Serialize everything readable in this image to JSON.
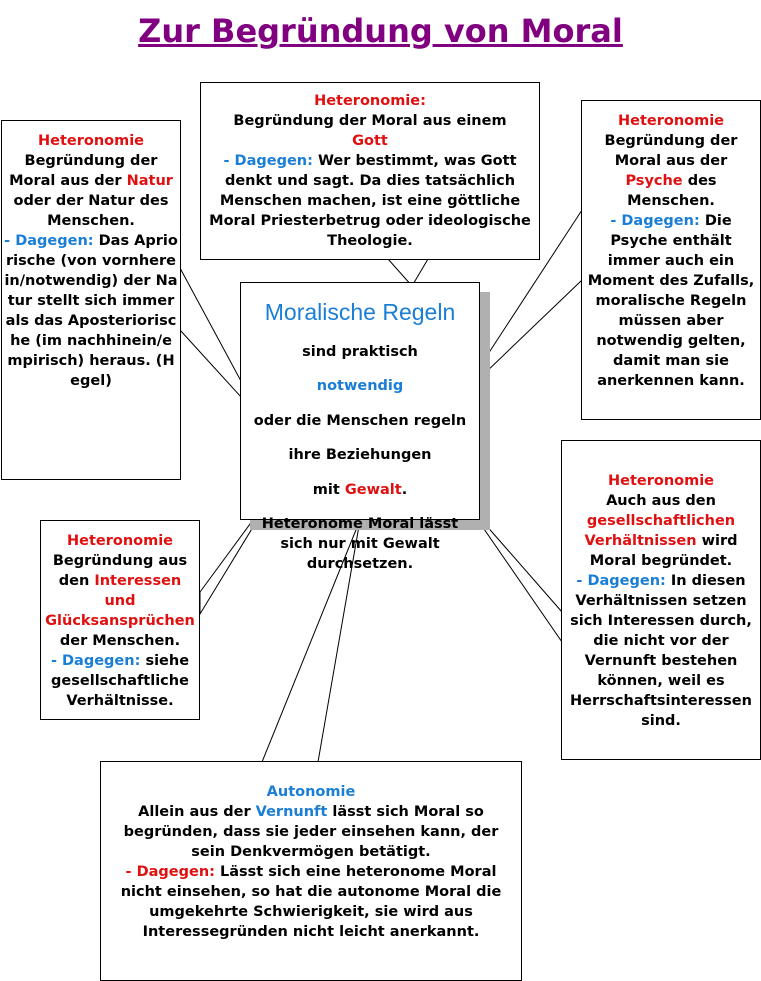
{
  "title": "Zur Begründung von Moral",
  "colors": {
    "title": "#800080",
    "red": "#e01010",
    "blue": "#1a7ed6",
    "shadow": "#b0b0b0"
  },
  "center": {
    "heading": "Moralische Regeln",
    "line1": "sind praktisch",
    "line2": "notwendig",
    "line3": "oder die Menschen regeln",
    "line4": "ihre Beziehungen",
    "line5a": "mit ",
    "line5b": "Gewalt",
    "line5c": ".",
    "line6": "Heteronome Moral lässt sich nur mit Gewalt durchsetzen."
  },
  "gott": {
    "label": "Heteronomie:",
    "text1": "Begründung der Moral aus einem",
    "highlight": "Gott",
    "dagegen": "- Dagegen:",
    "text2": " Wer bestimmt, was Gott denkt und sagt. Da dies tatsächlich Menschen machen, ist eine göttliche Moral Priesterbetrug oder ideologische Theologie."
  },
  "natur": {
    "label": "Heteronomie",
    "text1": "Begründung der Moral aus der ",
    "highlight": "Natur",
    "text2": " oder der Natur des Menschen.",
    "dagegen": "- Dagegen:",
    "text3": " Das Apriorische (von vornherein/notwendig) der Natur stellt sich immer als das Aposteriorische (im nachhinein/empirisch)  heraus. (Hegel)"
  },
  "psyche": {
    "label": "Heteronomie",
    "text1": "Begründung der Moral aus der ",
    "highlight": "Psyche",
    "text2": " des Menschen.",
    "dagegen": "- Dagegen:",
    "text3": " Die Psyche enthält immer auch ein Moment des Zufalls, moralische Regeln müssen aber notwendig gelten, damit man sie anerkennen kann."
  },
  "interessen": {
    "label": "Heteronomie",
    "text1": "Begründung aus den ",
    "highlight": "Interessen und Glücksansprüchen",
    "text2": " der Menschen.",
    "dagegen": "- Dagegen:",
    "text3": " siehe gesellschaftliche Verhältnisse."
  },
  "gesellschaft": {
    "label": "Heteronomie",
    "text1": "Auch aus den ",
    "highlight": "gesellschaftlichen Verhältnissen",
    "text2": " wird Moral begründet.",
    "dagegen": "- Dagegen:",
    "text3": " In diesen Verhältnissen setzen sich Interessen durch, die nicht vor der Vernunft bestehen können, weil es Herrschaftsinteressen sind."
  },
  "autonomie": {
    "label": "Autonomie",
    "text1": "Allein aus der ",
    "highlight": "Vernunft",
    "text2": " lässt sich Moral so begründen, dass sie jeder einsehen kann, der sein Denkvermögen betätigt.",
    "dagegen": "- Dagegen:",
    "text3": " Lässt sich eine heteronome Moral nicht einsehen, so hat die autonome Moral die umgekehrte Schwierigkeit, sie wird aus Interessegründen nicht leicht anerkannt."
  }
}
